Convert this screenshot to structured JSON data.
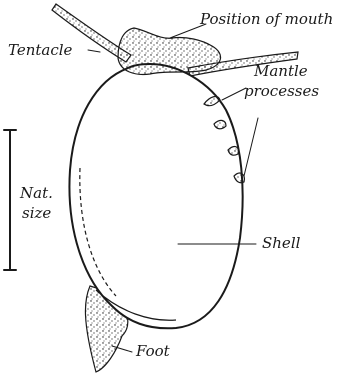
{
  "labels": {
    "position_of_mouth": "Position of mouth",
    "tentacle": "Tentacle",
    "mantle_processes_line1": "Mantle",
    "mantle_processes_line2": "processes",
    "nat_size_line1": "Nat.",
    "nat_size_line2": "size",
    "shell": "Shell",
    "foot": "Foot"
  }
}
